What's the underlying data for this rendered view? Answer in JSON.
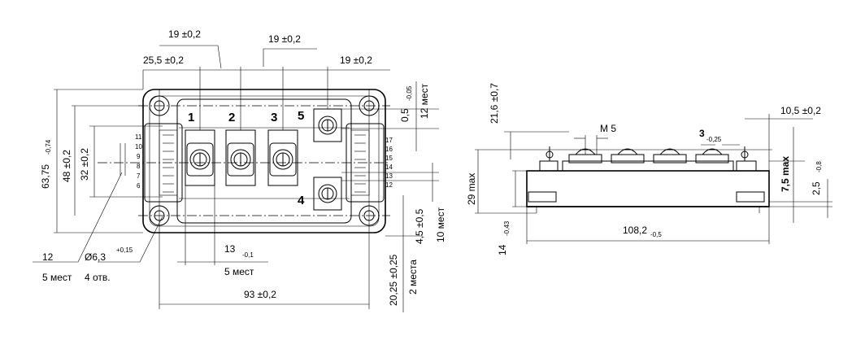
{
  "top_view": {
    "dim_pitch_top": "19 ±0,2",
    "dim_pitch_mid": "19 ±0,2",
    "dim_pitch_right": "19 ±0,2",
    "dim_offset": "25,5 ±0,2",
    "dim_height": "63,75",
    "dim_height_tol": "-0,74",
    "dim_48": "48 ±0,2",
    "dim_32": "32 ±0,2",
    "dim_12_count": "12",
    "dim_12_places": "5 мест",
    "dim_hole": "Ø6,3",
    "dim_hole_tol": "+0,15",
    "dim_hole_count": "4 отв.",
    "dim_13": "13",
    "dim_13_tol": "-0,1",
    "dim_13_places": "5 мест",
    "dim_93": "93 ±0,2",
    "dim_05": "0,5",
    "dim_05_tol": "-0,05",
    "dim_05_places": "12 мест",
    "dim_45": "4,5 ±0,5",
    "dim_45_places": "10 мест",
    "dim_2025": "20,25 ±0,25",
    "dim_2025_places": "2 места",
    "terminal_labels": [
      "1",
      "2",
      "3",
      "5",
      "4"
    ],
    "pins_left": [
      "11",
      "10",
      "9",
      "8",
      "7",
      "6"
    ],
    "pins_right": [
      "17",
      "16",
      "15",
      "14",
      "13",
      "12"
    ]
  },
  "side_view": {
    "dim_105": "10,5 ±0,2",
    "dim_216": "21,6 ±0,7",
    "dim_m5": "М 5",
    "dim_3": "3",
    "dim_3_tol": "-0,25",
    "dim_75max": "7,5 max",
    "dim_29max": "29 max",
    "dim_25": "2,5",
    "dim_25_tol": "-0,8",
    "dim_14": "14",
    "dim_14_tol": "-0,43",
    "dim_1082": "108,2",
    "dim_1082_tol": "-0,5"
  }
}
